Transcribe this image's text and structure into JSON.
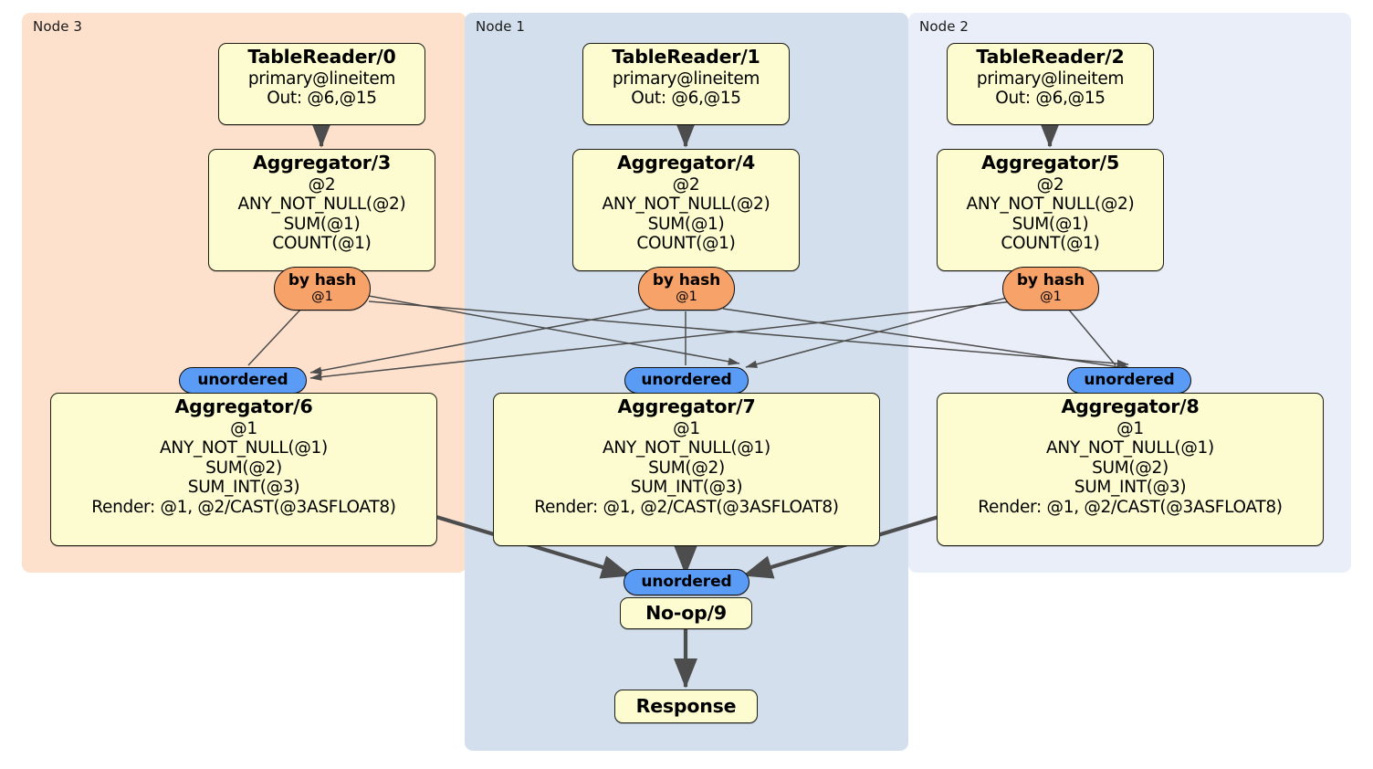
{
  "diagram": {
    "type": "distributed-query-execution-plan",
    "colors": {
      "node3_panel": "#fde1cd",
      "node1_panel": "#d3dfec",
      "node2_panel": "#eaeef8",
      "processor_box": "#fcfcd0",
      "router_pill": "#f6a269",
      "stream_pill": "#5a9bf6",
      "edge": "#4d4d4d",
      "border": "#1d1d14"
    },
    "panels": [
      {
        "id": "node3",
        "label": "Node 3"
      },
      {
        "id": "node1",
        "label": "Node 1"
      },
      {
        "id": "node2",
        "label": "Node 2"
      }
    ],
    "processors": {
      "table_reader_0": {
        "title": "TableReader/0",
        "lines": [
          "primary@lineitem",
          "Out: @6,@15"
        ]
      },
      "table_reader_1": {
        "title": "TableReader/1",
        "lines": [
          "primary@lineitem",
          "Out: @6,@15"
        ]
      },
      "table_reader_2": {
        "title": "TableReader/2",
        "lines": [
          "primary@lineitem",
          "Out: @6,@15"
        ]
      },
      "aggregator_3": {
        "title": "Aggregator/3",
        "lines": [
          "@2",
          "ANY_NOT_NULL(@2)",
          "SUM(@1)",
          "COUNT(@1)"
        ]
      },
      "aggregator_4": {
        "title": "Aggregator/4",
        "lines": [
          "@2",
          "ANY_NOT_NULL(@2)",
          "SUM(@1)",
          "COUNT(@1)"
        ]
      },
      "aggregator_5": {
        "title": "Aggregator/5",
        "lines": [
          "@2",
          "ANY_NOT_NULL(@2)",
          "SUM(@1)",
          "COUNT(@1)"
        ]
      },
      "aggregator_6": {
        "title": "Aggregator/6",
        "lines": [
          "@1",
          "ANY_NOT_NULL(@1)",
          "SUM(@2)",
          "SUM_INT(@3)",
          "Render: @1, @2/CAST(@3ASFLOAT8)"
        ]
      },
      "aggregator_7": {
        "title": "Aggregator/7",
        "lines": [
          "@1",
          "ANY_NOT_NULL(@1)",
          "SUM(@2)",
          "SUM_INT(@3)",
          "Render: @1, @2/CAST(@3ASFLOAT8)"
        ]
      },
      "aggregator_8": {
        "title": "Aggregator/8",
        "lines": [
          "@1",
          "ANY_NOT_NULL(@1)",
          "SUM(@2)",
          "SUM_INT(@3)",
          "Render: @1, @2/CAST(@3ASFLOAT8)"
        ]
      },
      "noop_9": {
        "title": "No-op/9"
      },
      "response": {
        "title": "Response"
      }
    },
    "routers": {
      "by_hash_3": {
        "title": "by hash",
        "sub": "@1"
      },
      "by_hash_4": {
        "title": "by hash",
        "sub": "@1"
      },
      "by_hash_5": {
        "title": "by hash",
        "sub": "@1"
      }
    },
    "streams": {
      "unordered_left": {
        "title": "unordered"
      },
      "unordered_mid": {
        "title": "unordered"
      },
      "unordered_right": {
        "title": "unordered"
      },
      "unordered_final": {
        "title": "unordered"
      }
    }
  }
}
